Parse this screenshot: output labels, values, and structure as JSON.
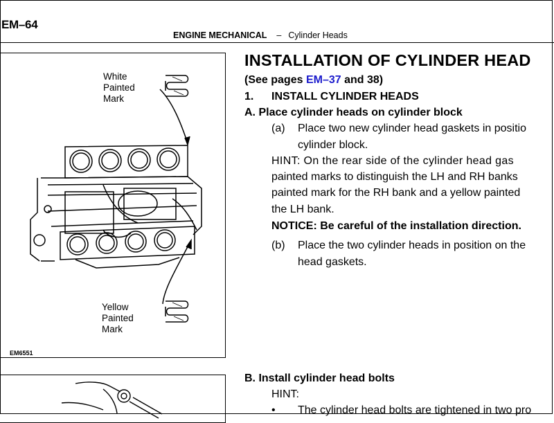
{
  "header": {
    "page_number": "EM–64",
    "section": "ENGINE MECHANICAL",
    "separator": "–",
    "subsection": "Cylinder Heads"
  },
  "figure": {
    "white_label": [
      "White",
      "Painted",
      "Mark"
    ],
    "yellow_label": [
      "Yellow",
      "Painted",
      "Mark"
    ],
    "code": "EM6551"
  },
  "content": {
    "title": "INSTALLATION OF CYLINDER HEAD",
    "see_prefix": "(See pages ",
    "see_link": "EM–37",
    "see_suffix": " and 38)",
    "step1_num": "1.",
    "step1_text": "INSTALL CYLINDER HEADS",
    "stepA": "A. Place cylinder heads on cylinder block",
    "a_marker": "(a)",
    "a_line1": "Place two new cylinder head gaskets in positio",
    "a_line2": "cylinder block.",
    "hint_line1": "HINT: On the rear side of the cylinder head gas",
    "hint_line2": "painted marks to distinguish the LH and RH banks",
    "hint_line3": "painted mark for the RH bank and a yellow painted",
    "hint_line4": "the LH bank.",
    "notice": "NOTICE: Be careful of the installation direction.",
    "b_marker": "(b)",
    "b_line1": "Place the two cylinder heads in position on the",
    "b_line2": "head gaskets.",
    "stepB": "B. Install cylinder head bolts",
    "hint2": "HINT:",
    "bullet": "•",
    "bullet_text": "The cylinder head bolts are tightened in two pro"
  }
}
